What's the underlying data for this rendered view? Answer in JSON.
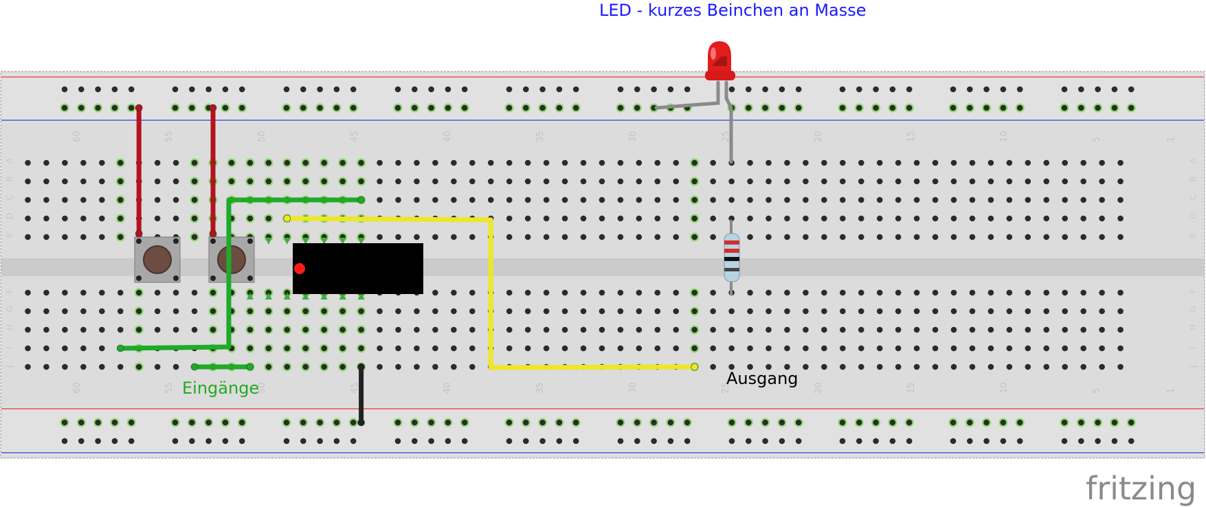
{
  "annotations": {
    "led_note": "LED - kurzes Beinchen an Masse",
    "inputs": "Eingänge",
    "output": "Ausgang"
  },
  "logo": "fritzing",
  "breadboard": {
    "column_numbers": [
      "60",
      "55",
      "50",
      "45",
      "40",
      "35",
      "30",
      "25",
      "20",
      "15",
      "10",
      "5",
      "1"
    ],
    "rows_top": [
      "A",
      "B",
      "C",
      "D",
      "E"
    ],
    "rows_bottom": [
      "F",
      "G",
      "H",
      "I",
      "J"
    ]
  },
  "colors": {
    "rail_red": "#e33a3a",
    "rail_blue": "#2d3fd6",
    "wire_red": "#b2141c",
    "wire_green": "#1faa2a",
    "wire_yellow": "#ede728",
    "wire_black": "#222222",
    "wire_gray": "#8a8a8a",
    "annotation_blue": "#1a1aff",
    "annotation_green": "#22aa22"
  }
}
